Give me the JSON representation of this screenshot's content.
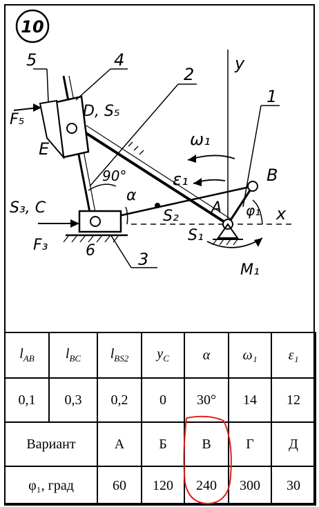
{
  "problem_number": "10",
  "diagram_labels": {
    "link_1": "1",
    "link_2": "2",
    "link_3": "3",
    "link_4": "4",
    "link_5": "5",
    "slider_6": "6",
    "point_D_S5": "D, S₅",
    "point_E": "E",
    "point_B": "B",
    "point_A": "A",
    "point_S2": "S₂",
    "point_S1": "S₁",
    "point_S3_C": "S₃, C",
    "force_F5": "F₅",
    "force_F3": "F₃",
    "omega_1": "ω₁",
    "epsilon_1": "ε₁",
    "moment_M1": "M₁",
    "angle_phi1": "φ₁",
    "angle_alpha": "α",
    "angle_90": "90°",
    "axis_x": "x",
    "axis_y": "y"
  },
  "table": {
    "headers": [
      "l_AB",
      "l_BC",
      "l_BS2",
      "y_C",
      "α",
      "ω₁",
      "ε₁"
    ],
    "values": [
      "0,1",
      "0,3",
      "0,2",
      "0",
      "30°",
      "14",
      "12"
    ],
    "variant_label": "Вариант",
    "variants": [
      "А",
      "Б",
      "В",
      "Г",
      "Д"
    ],
    "phi_label": "φ₁, град",
    "phi_values": [
      "60",
      "120",
      "240",
      "300",
      "30"
    ]
  },
  "highlight_color": "#e02020"
}
